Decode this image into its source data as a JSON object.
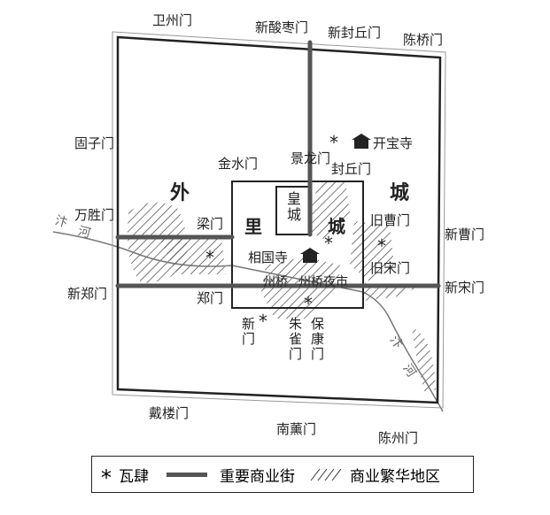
{
  "map": {
    "regions": {
      "outer": "外",
      "inner": "里",
      "city": "城",
      "inner_city_char": "城",
      "imperial": "皇城"
    },
    "gates": {
      "weizhou": "卫州门",
      "xinsuanzao": "新酸枣门",
      "xinfengqiu": "新封丘门",
      "chenqiao": "陈桥门",
      "guzi": "固子门",
      "wansheng": "万胜门",
      "xinzheng": "新郑门",
      "dailou": "戴楼门",
      "nanxun": "南薰门",
      "chenzhou": "陈州门",
      "xincao": "新曹门",
      "xinsong": "新宋门",
      "jinshui": "金水门",
      "jinglong": "景龙门",
      "fengqiu": "封丘门",
      "liang": "梁门",
      "zheng": "郑门",
      "jiucao": "旧曹门",
      "jiusong": "旧宋门",
      "xin": "新门",
      "zhuque": "朱雀门",
      "baokang": "保康门"
    },
    "places": {
      "kaibao": "开宝寺",
      "xiangguo": "相国寺",
      "zhouqiao": "州桥",
      "night_market": "州桥夜市"
    },
    "river": [
      "汴",
      "河",
      "汴",
      "河"
    ]
  },
  "legend": {
    "wasi": "瓦肆",
    "street": "重要商业街",
    "area": "商业繁华地区"
  },
  "colors": {
    "street": "#555555",
    "wall": "#222222",
    "river": "#777777"
  }
}
